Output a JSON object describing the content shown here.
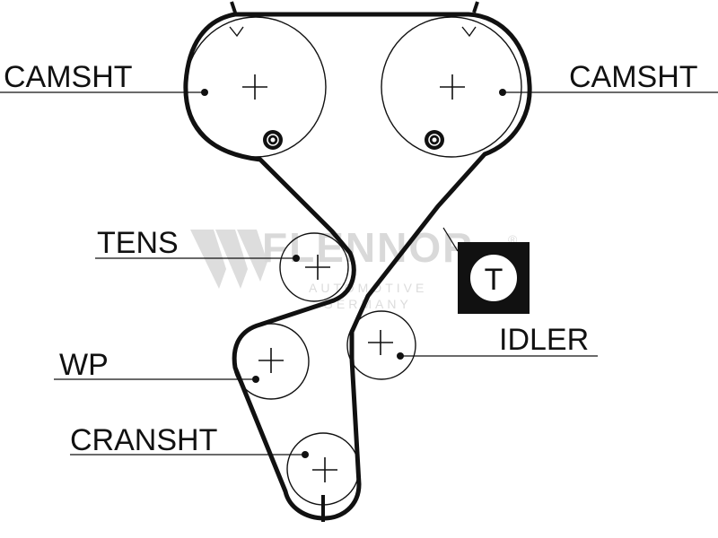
{
  "labels": {
    "camshaft_left": "CAMSHT",
    "camshaft_right": "CAMSHT",
    "tensioner": "TENS",
    "idler": "IDLER",
    "water_pump": "WP",
    "crankshaft": "CRANSHT"
  },
  "tensioner_badge": "T",
  "watermark": {
    "brand": "FLENNOR",
    "registered": "®",
    "tagline_1": "AUTOMOTIVE",
    "tagline_2": "GERMANY"
  }
}
